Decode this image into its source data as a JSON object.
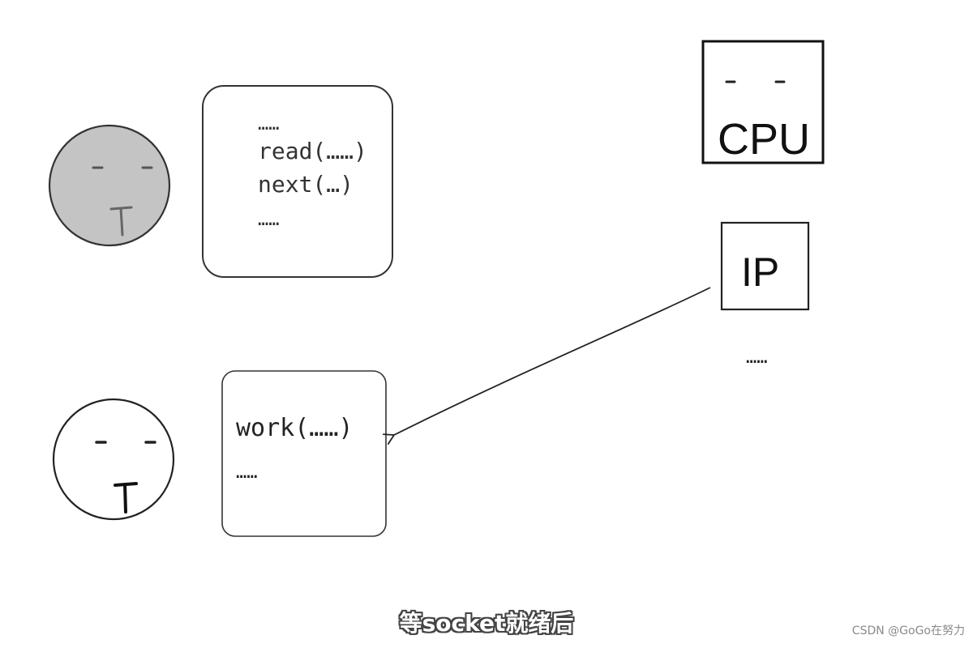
{
  "thread_blocked": {
    "face_eyes": "-   -",
    "face_mouth": "T",
    "fill_color": "#c4c4c4"
  },
  "thread_running": {
    "face_eyes": "-   -",
    "face_mouth": "T",
    "fill_color": "#ffffff"
  },
  "code_box_blocked": {
    "lines": [
      "……",
      "read(……)",
      "next(…)",
      "……"
    ]
  },
  "code_box_running": {
    "lines": [
      "work(……)",
      "……"
    ]
  },
  "cpu_box": {
    "eyes": "-   -",
    "label": "CPU"
  },
  "ip_box": {
    "label": "IP",
    "below": "……"
  },
  "caption": "等socket就绪后",
  "watermark": "CSDN @GoGo在努力"
}
